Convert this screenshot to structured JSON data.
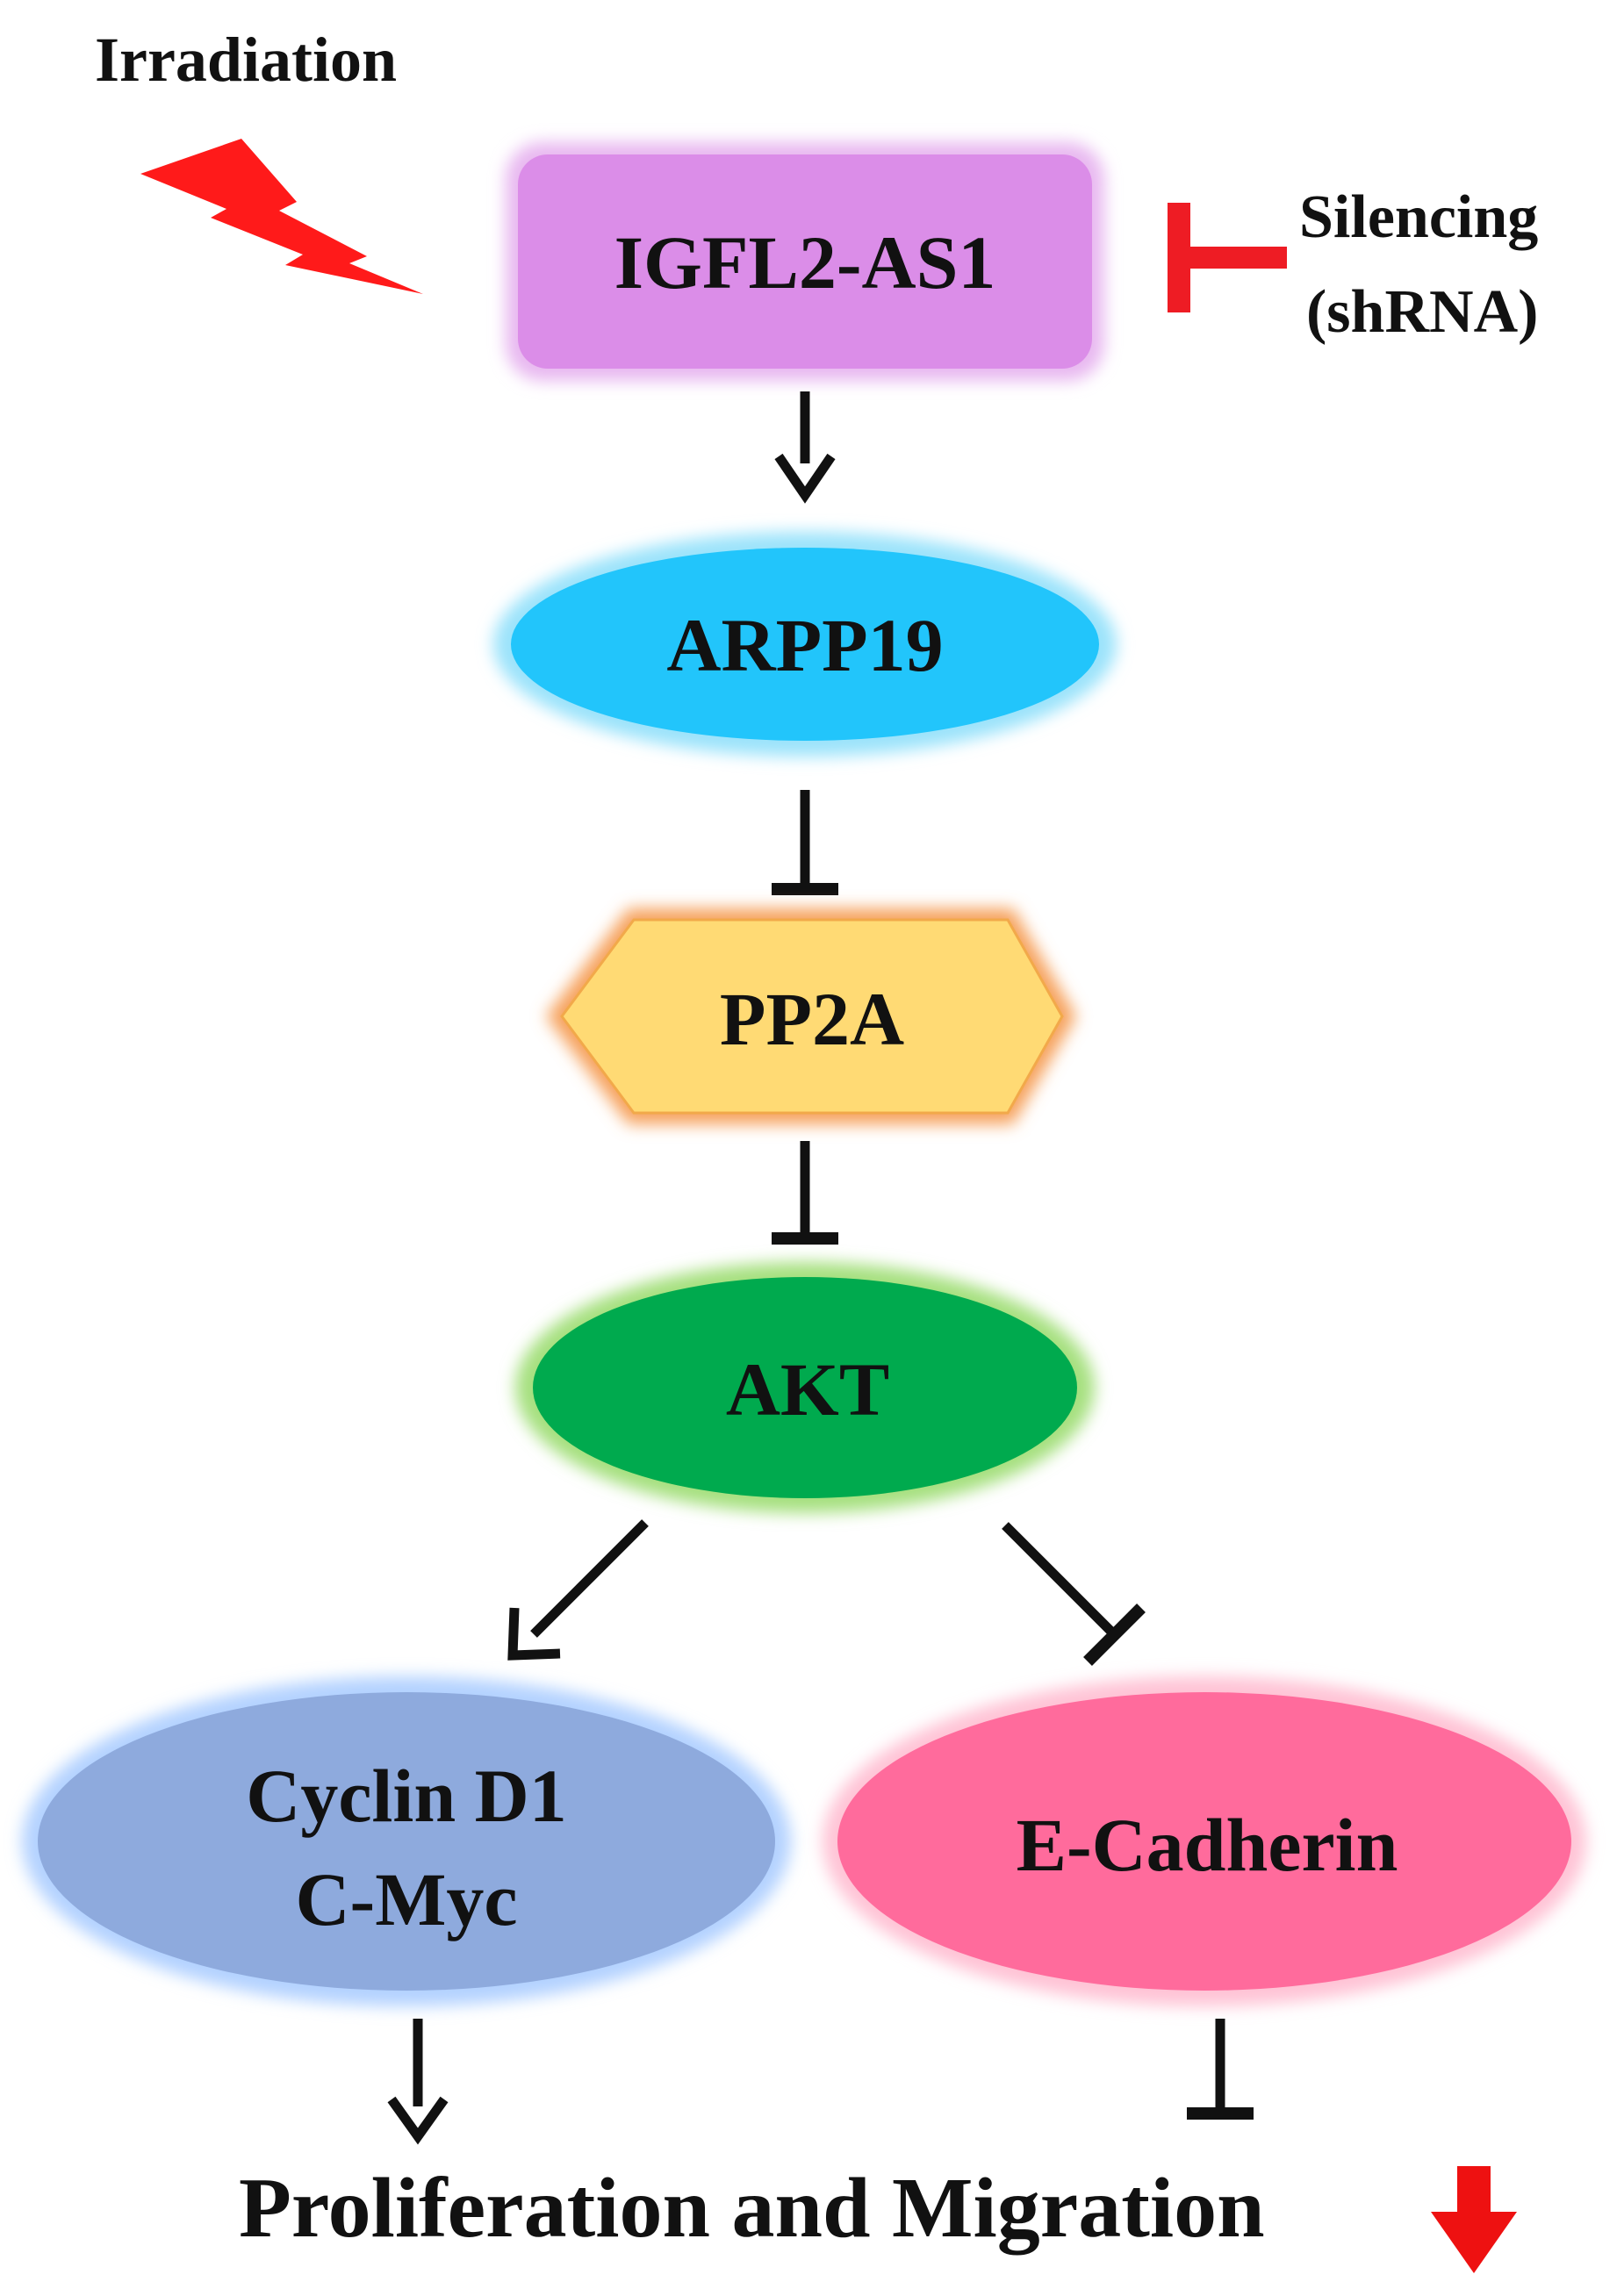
{
  "stimulus": {
    "label": "Irradiation",
    "icon": "lightning-bolt-icon",
    "color": "#ff1a1a"
  },
  "inhibitor": {
    "label_line1": "Silencing",
    "label_line2": "(shRNA)",
    "color": "#ee1c24"
  },
  "nodes": {
    "igfl2": {
      "label": "IGFL2-AS1",
      "fill": "#db8de8",
      "glow": "#e8b8f0",
      "shape": "rounded-rectangle"
    },
    "arpp19": {
      "label": "ARPP19",
      "fill": "#22c5fb",
      "glow": "#9be3fb",
      "shape": "ellipse"
    },
    "pp2a": {
      "label": "PP2A",
      "fill": "#ffda74",
      "glow": "#f6a25d",
      "shape": "hexagon"
    },
    "akt": {
      "label": "AKT",
      "fill": "#00aa4e",
      "glow": "#a6e07f",
      "shape": "ellipse"
    },
    "cyclin": {
      "label_line1": "Cyclin D1",
      "label_line2": "C-Myc",
      "fill": "#8eaadd",
      "glow": "#b3d2ff",
      "shape": "ellipse"
    },
    "ecad": {
      "label": "E-Cadherin",
      "fill": "#ff6b9c",
      "glow": "#ffc3d5",
      "shape": "ellipse"
    }
  },
  "edges": [
    {
      "from": "IGFL2-AS1",
      "to": "ARPP19",
      "type": "activation"
    },
    {
      "from": "ARPP19",
      "to": "PP2A",
      "type": "inhibition"
    },
    {
      "from": "PP2A",
      "to": "AKT",
      "type": "inhibition"
    },
    {
      "from": "AKT",
      "to": "Cyclin D1 / C-Myc",
      "type": "activation"
    },
    {
      "from": "AKT",
      "to": "E-Cadherin",
      "type": "inhibition"
    },
    {
      "from": "Cyclin D1 / C-Myc",
      "to": "Proliferation and Migration",
      "type": "activation"
    },
    {
      "from": "E-Cadherin",
      "to": "Proliferation and Migration",
      "type": "inhibition"
    }
  ],
  "outcome": {
    "label": "Proliferation and Migration",
    "indicator": "down-arrow-icon",
    "indicator_color": "#ee1111"
  }
}
